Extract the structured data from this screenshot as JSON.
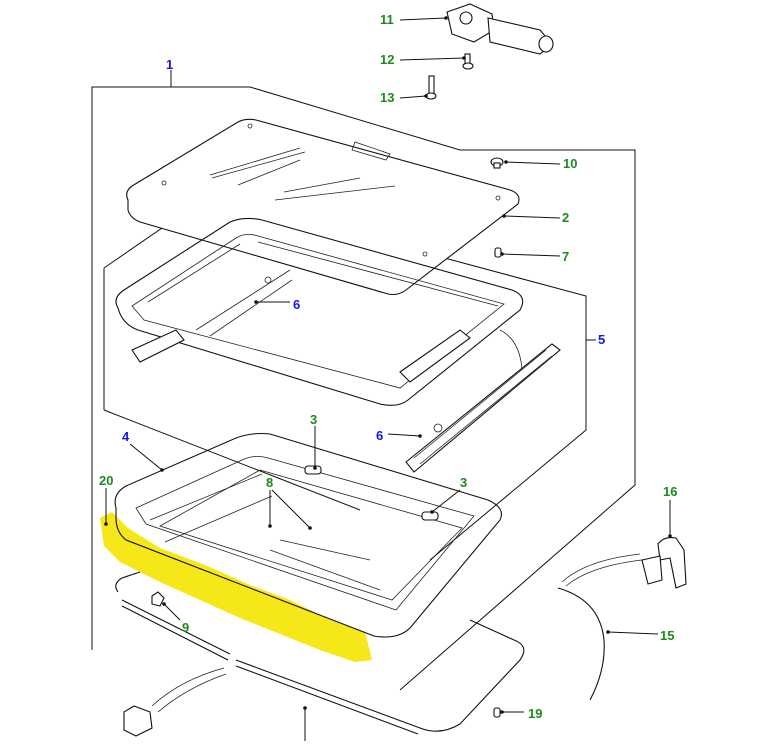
{
  "diagram": {
    "title": "Sunroof assembly exploded parts diagram",
    "highlight_color": "#f5e400",
    "assembly_label_color": "#1414e6",
    "part_label_color": "#1e8a1e",
    "highlighted_part": "20",
    "callouts": [
      {
        "id": "c1",
        "label": "1",
        "kind": "assembly",
        "part": "sunroof-assembly"
      },
      {
        "id": "c2",
        "label": "2",
        "kind": "part",
        "part": "glass-panel"
      },
      {
        "id": "c3a",
        "label": "3",
        "kind": "part",
        "part": "clip"
      },
      {
        "id": "c3b",
        "label": "3",
        "kind": "part",
        "part": "clip"
      },
      {
        "id": "c4",
        "label": "4",
        "kind": "assembly",
        "part": "frame-assembly"
      },
      {
        "id": "c5",
        "label": "5",
        "kind": "assembly",
        "part": "mechanism-assembly"
      },
      {
        "id": "c6a",
        "label": "6",
        "kind": "assembly",
        "part": "guide-rail"
      },
      {
        "id": "c6b",
        "label": "6",
        "kind": "assembly",
        "part": "guide-rail"
      },
      {
        "id": "c7",
        "label": "7",
        "kind": "part",
        "part": "screw"
      },
      {
        "id": "c8",
        "label": "8",
        "kind": "part",
        "part": "pad"
      },
      {
        "id": "c9",
        "label": "9",
        "kind": "part",
        "part": "clip"
      },
      {
        "id": "c10",
        "label": "10",
        "kind": "part",
        "part": "plug"
      },
      {
        "id": "c11",
        "label": "11",
        "kind": "part",
        "part": "motor"
      },
      {
        "id": "c12",
        "label": "12",
        "kind": "part",
        "part": "bolt"
      },
      {
        "id": "c13",
        "label": "13",
        "kind": "part",
        "part": "bolt"
      },
      {
        "id": "c15",
        "label": "15",
        "kind": "part",
        "part": "drain-tube"
      },
      {
        "id": "c16",
        "label": "16",
        "kind": "part",
        "part": "connector"
      },
      {
        "id": "c19",
        "label": "19",
        "kind": "part",
        "part": "screw"
      },
      {
        "id": "c20",
        "label": "20",
        "kind": "part",
        "part": "seal"
      }
    ]
  }
}
